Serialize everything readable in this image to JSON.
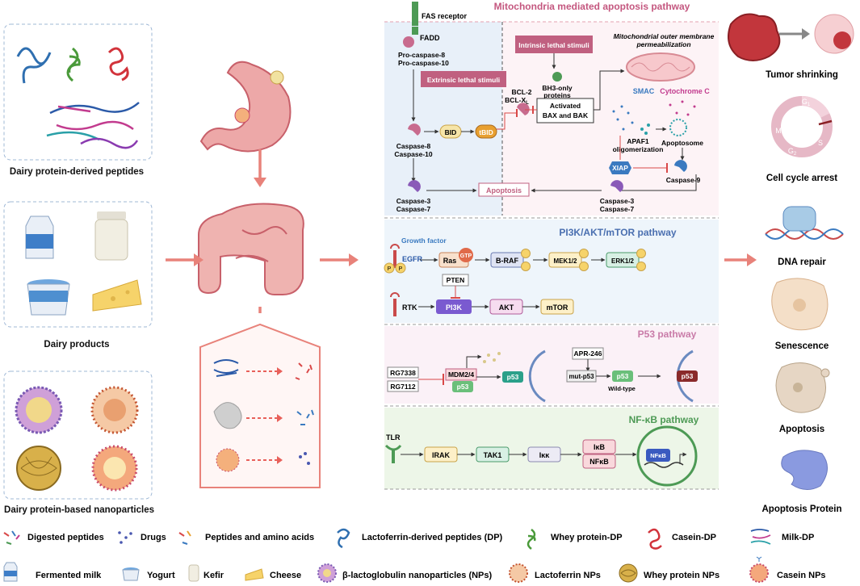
{
  "left": {
    "peptides_label": "Dairy protein-derived peptides",
    "products_label": "Dairy products",
    "nps_label": "Dairy protein-based nanoparticles"
  },
  "sections": {
    "mito": {
      "title": "Mitochondria mediated apoptosis pathway",
      "fas_receptor": "FAS receptor",
      "fadd": "FADD",
      "pro_caspase_8": "Pro-caspase-8",
      "pro_caspase_10": "Pro-caspase-10",
      "extrinsic": "Extrinsic lethal stimuli",
      "intrinsic": "Intrinsic lethal stimuli",
      "mom_line1": "Mitochondrial outer membrane",
      "mom_line2": "permeabilization",
      "smac": "SMAC",
      "cytochrome_c": "Cytochrome C",
      "bcl2_line1": "BCL-2",
      "bcl2_line2": "BCL-X",
      "bcl2_sub": "L",
      "bh3_line1": "BH3-only",
      "bh3_line2": "proteins",
      "bax_line1": "Activated",
      "bax_line2": "BAX and BAK",
      "caspase_8": "Caspase-8",
      "caspase_10": "Caspase-10",
      "bid": "BID",
      "tbid": "tBID",
      "apaf1_line1": "APAF1",
      "apaf1_line2": "oligomerization",
      "apoptosome": "Apoptosome",
      "xiap": "XIAP",
      "caspase_9": "Caspase-9",
      "caspase_3": "Caspase-3",
      "caspase_7": "Caspase-7",
      "apoptosis": "Apoptosis"
    },
    "pi3k": {
      "title": "PI3K/AKT/mTOR pathway",
      "growth_factor": "Growth factor",
      "egfr": "EGFR",
      "ras": "Ras",
      "gtp": "GTP",
      "braf": "B-RAF",
      "mek": "MEK1/2",
      "erk": "ERK1/2",
      "pten": "PTEN",
      "rtk": "RTK",
      "pi3k": "PI3K",
      "akt": "AKT",
      "mtor": "mTOR",
      "p": "P"
    },
    "p53": {
      "title": "P53 pathway",
      "rg7338": "RG7338",
      "rg7112": "RG7112",
      "mdm": "MDM2/4",
      "p53": "p53",
      "apr": "APR-246",
      "mut": "mut-p53",
      "wild": "Wild-type"
    },
    "nfkb": {
      "title": "NF-κB pathway",
      "tlr": "TLR",
      "irak": "IRAK",
      "tak1": "TAK1",
      "ikk": "Iκκ",
      "ikb": "IκB",
      "nfkb": "NFκB"
    }
  },
  "outcomes": [
    "Tumor shrinking",
    "Cell cycle arrest",
    "DNA repair",
    "Senescence",
    "Apoptosis",
    "Apoptosis Protein"
  ],
  "cell_cycle": {
    "g1": "G",
    "g1_sub": "1",
    "s": "S",
    "g2": "G",
    "g2_sub": "2",
    "m": "M"
  },
  "legend_row1": [
    "Digested peptides",
    "Drugs",
    "Peptides and amino acids",
    "Lactoferrin-derived peptides (DP)",
    "Whey protein-DP",
    "Casein-DP",
    "Milk-DP"
  ],
  "legend_row2": [
    "Fermented milk",
    "Yogurt",
    "Kefir",
    "Cheese",
    "β-lactoglobulin nanoparticles (NPs)",
    "Lactoferrin NPs",
    "Whey protein NPs",
    "Casein NPs"
  ],
  "colors": {
    "arrow": "#e8827a",
    "mito_bg": "#fdf3f6",
    "extrinsic_bg": "#e8f0f9",
    "pi3k_bg": "#eef5fb",
    "p53_bg": "#fbf1f7",
    "nfkb_bg": "#edf6e8",
    "title_pink": "#c4577f",
    "title_blue": "#4a6fb0",
    "title_p53": "#c97ba8",
    "title_nfkb": "#4d9a55",
    "stimuli_box": "#c06080",
    "intestine": "#e8a0a0",
    "stomach": "#e28a8a"
  }
}
